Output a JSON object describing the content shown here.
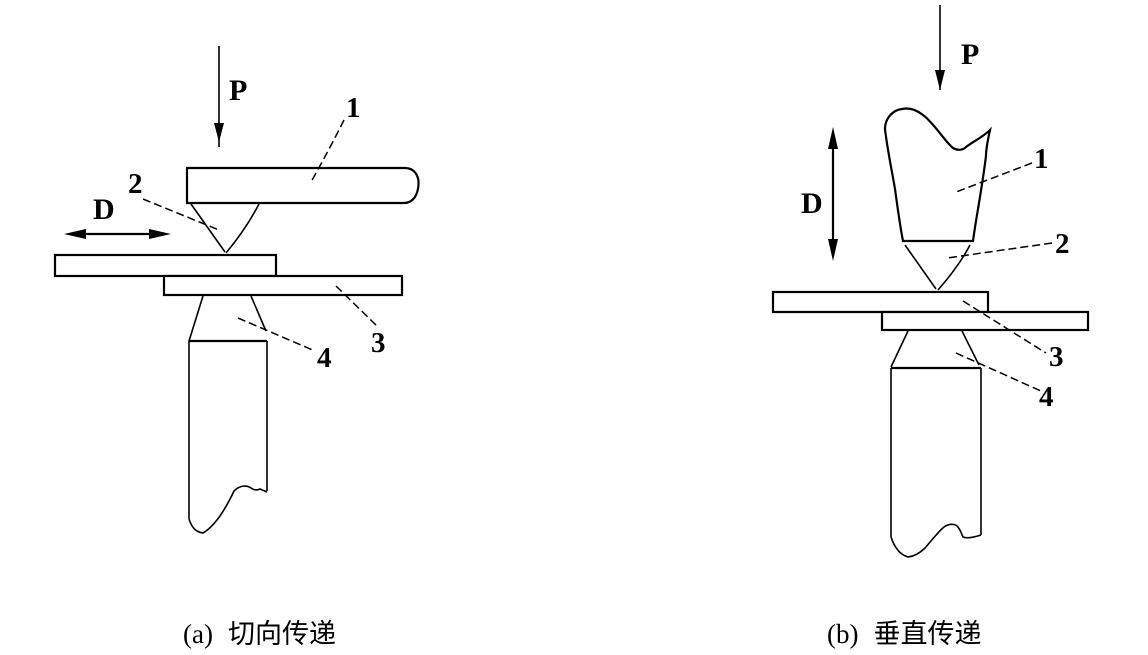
{
  "figure": {
    "background": "#ffffff",
    "ink_color": "#000000",
    "panels": [
      {
        "caption_prefix": "(a)",
        "caption_text": "切向传递",
        "labels": {
          "force": "P",
          "amplitude": "D",
          "n1": "1",
          "n2": "2",
          "n3": "3",
          "n4": "4"
        }
      },
      {
        "caption_prefix": "(b)",
        "caption_text": "垂直传递",
        "labels": {
          "force": "P",
          "amplitude": "D",
          "n1": "1",
          "n2": "2",
          "n3": "3",
          "n4": "4"
        }
      }
    ]
  }
}
